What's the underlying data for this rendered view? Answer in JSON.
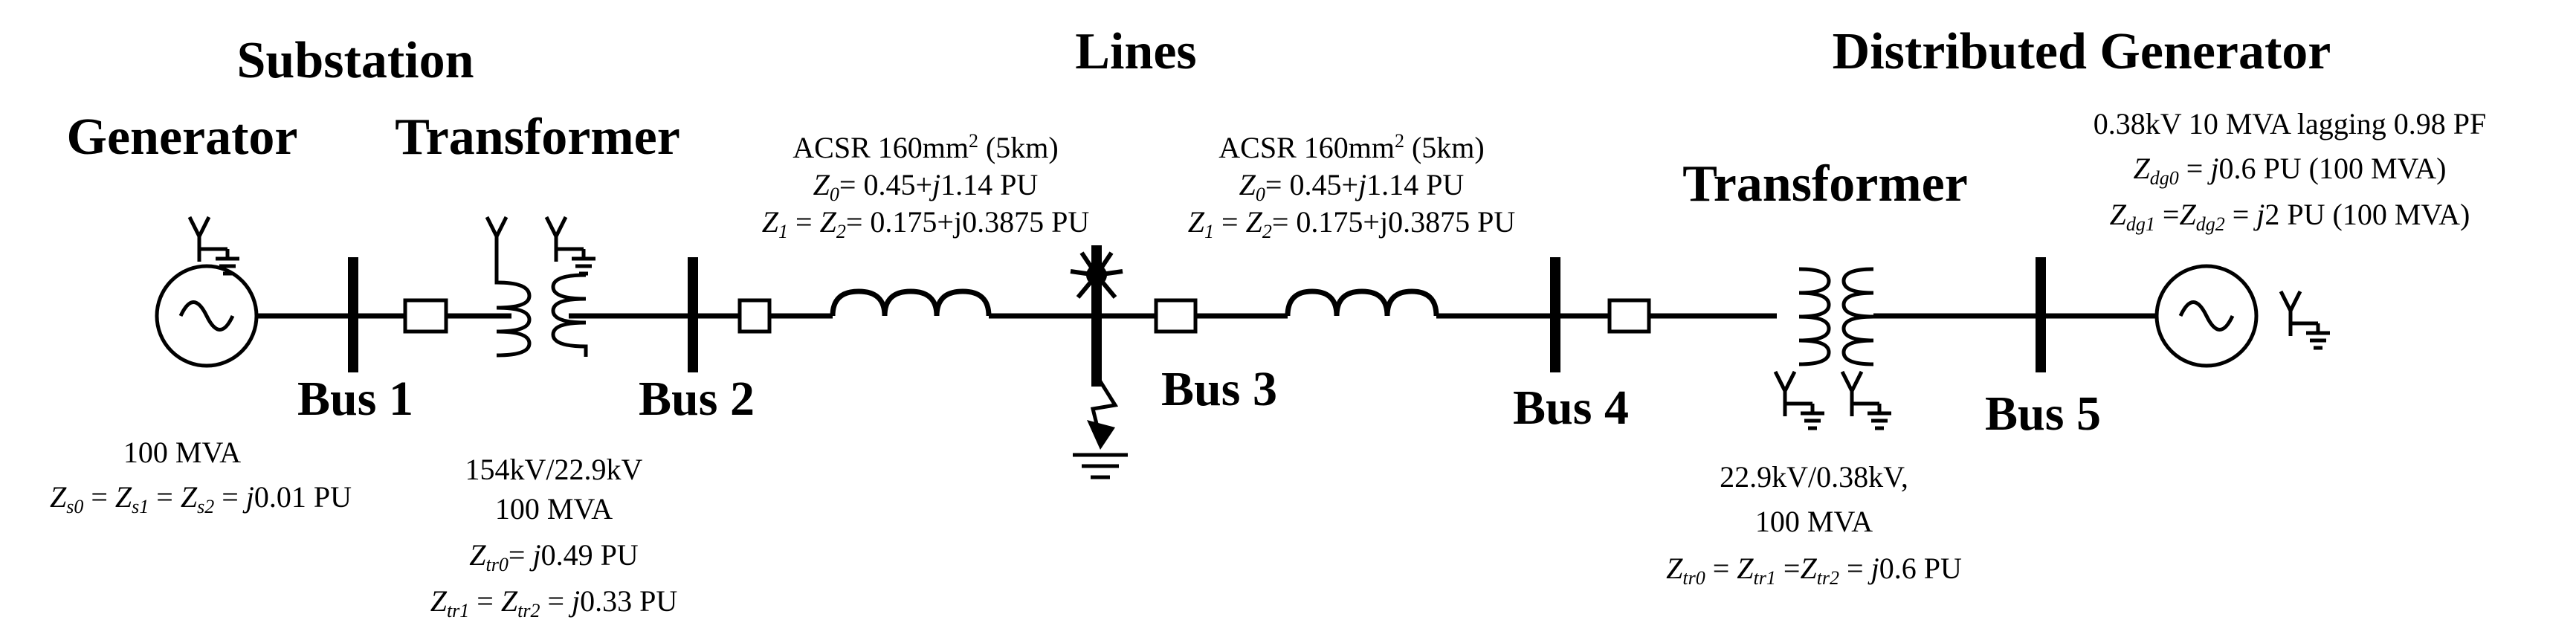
{
  "headers": {
    "substation_line1": "Substation",
    "generator": "Generator",
    "transformer_left": "Transformer",
    "lines": "Lines",
    "distributed_generator": "Distributed Generator",
    "transformer_right": "Transformer"
  },
  "buses": {
    "bus1": "Bus 1",
    "bus2": "Bus 2",
    "bus3": "Bus 3",
    "bus4": "Bus 4",
    "bus5": "Bus 5"
  },
  "line1": {
    "conductor": "ACSR 160mm",
    "sup": "2",
    "length": " (5km)",
    "z0": "= 0.45+",
    "z0_imag": "1.14 PU",
    "z12": "= 0.175+j0.3875 PU"
  },
  "line2": {
    "conductor": "ACSR 160mm",
    "sup": "2",
    "length": " (5km)",
    "z0": "= 0.45+",
    "z0_imag": "1.14 PU",
    "z12": "= 0.175+j0.3875 PU"
  },
  "source": {
    "rating": "100 MVA",
    "value": "0.01 PU"
  },
  "transformer1": {
    "voltage": "154kV/22.9kV",
    "rating": "100 MVA",
    "z0_value": "0.49 PU",
    "z12_value": "0.33 PU"
  },
  "transformer2": {
    "voltage": "22.9kV/0.38kV,",
    "rating": "100 MVA",
    "z_value": "0.6 PU"
  },
  "dg": {
    "rating": "0.38kV 10 MVA lagging 0.98 PF",
    "z0_value": "0.6 PU (100 MVA)",
    "z12_value": "2 PU (100 MVA)"
  }
}
